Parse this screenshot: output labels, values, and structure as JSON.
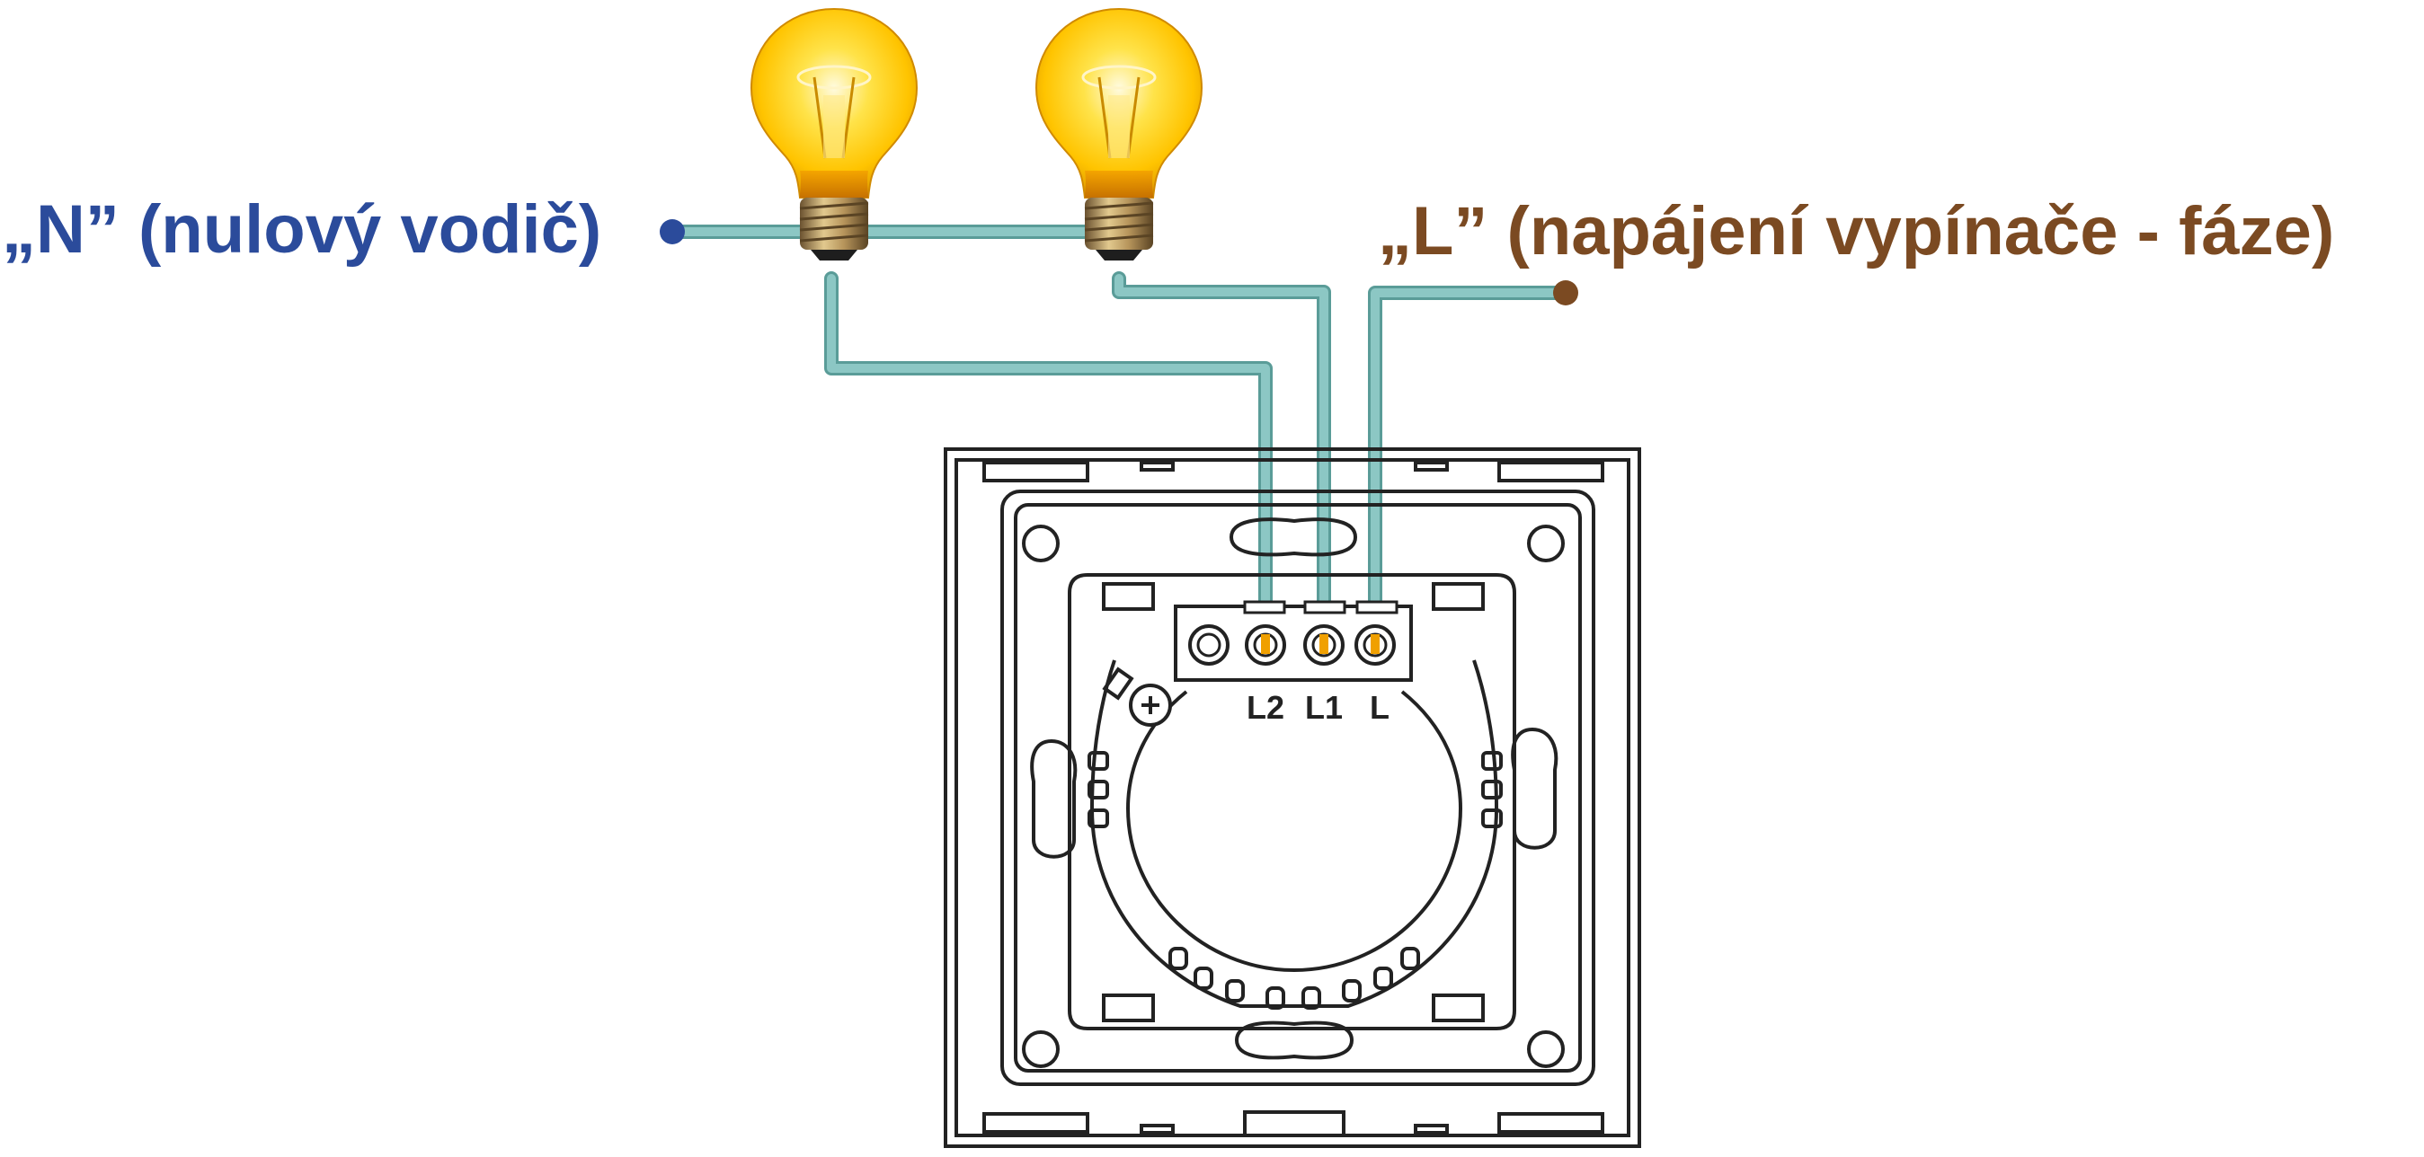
{
  "labels": {
    "neutral": "„N” (nulový vodič)",
    "phase": "„L” (napájení vypínače - fáze)"
  },
  "terminals": {
    "l2": "L2",
    "l1": "L1",
    "l": "L"
  },
  "colors": {
    "neutral_text": "#2b4b9b",
    "phase_text": "#7b4a22",
    "wire": "#8cc7c4",
    "wire_edge": "#5a9c98",
    "neutral_dot": "#2b4b9b",
    "phase_dot": "#7b4a22",
    "bulb_glow": "#ffd400",
    "bulb_base": "#b5935a",
    "outline": "#222222"
  },
  "icons": {
    "bulb_left": "light-bulb-icon",
    "bulb_right": "light-bulb-icon",
    "terminal_screw": "screw-terminal-icon"
  }
}
